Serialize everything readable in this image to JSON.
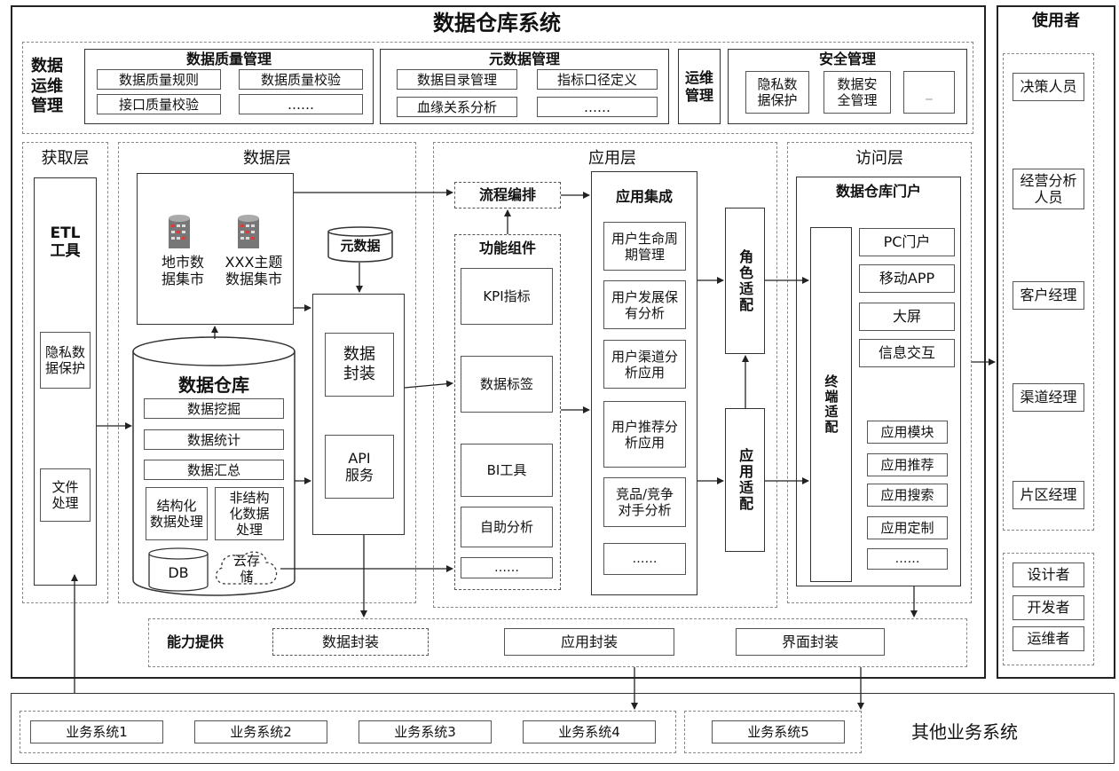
{
  "title": "数据仓库系统",
  "mgmt": {
    "label": "数据\n运维\n管理",
    "quality": {
      "title": "数据质量管理",
      "items": [
        "数据质量规则",
        "数据质量校验",
        "接口质量校验",
        "……"
      ]
    },
    "metadata": {
      "title": "元数据管理",
      "items": [
        "数据目录管理",
        "指标口径定义",
        "血缘关系分析",
        "……"
      ]
    },
    "ops": "运维\n管理",
    "security": {
      "title": "安全管理",
      "items": [
        "隐私数\n据保护",
        "数据安\n全管理",
        "_"
      ]
    }
  },
  "acquire": {
    "title": "获取层",
    "etl": "ETL\n工具",
    "privacy": "隐私数\n据保护",
    "file": "文件\n处理"
  },
  "datalayer": {
    "title": "数据层",
    "mart1": "地市数\n据集市",
    "mart2": "XXX主题\n数据集市",
    "meta": "元数据",
    "warehouse": "数据仓库",
    "wh_items": [
      "数据挖掘",
      "数据统计",
      "数据汇总"
    ],
    "structured": "结构化\n数据处理",
    "unstructured": "非结构\n化数据\n处理",
    "db": "DB",
    "cloud": "云存\n储",
    "pack": "数据\n封装",
    "api": "API\n服务"
  },
  "applayer": {
    "title": "应用层",
    "flow": "流程编排",
    "func_title": "功能组件",
    "funcs": [
      "KPI指标",
      "数据标签",
      "BI工具",
      "自助分析",
      "……"
    ],
    "integ_title": "应用集成",
    "integ": [
      "用户生命周\n期管理",
      "用户发展保\n有分析",
      "用户渠道分\n析应用",
      "用户推荐分\n析应用",
      "竞品/竞争\n对手分析",
      "……"
    ],
    "role_adapt": "角色适配",
    "app_adapt": "应用适配"
  },
  "access": {
    "title": "访问层",
    "portal": "数据仓库门户",
    "terminal": "终端适配",
    "channels": [
      "PC门户",
      "移动APP",
      "大屏",
      "信息交互"
    ],
    "apps": [
      "应用模块",
      "应用推荐",
      "应用搜索",
      "应用定制",
      "……"
    ]
  },
  "capability": {
    "title": "能力提供",
    "items": [
      "数据封装",
      "应用封装",
      "界面封装"
    ]
  },
  "users": {
    "title": "使用者",
    "group1": [
      "决策人员",
      "经营分析\n人员",
      "客户经理",
      "渠道经理",
      "片区经理"
    ],
    "group2": [
      "设计者",
      "开发者",
      "运维者"
    ]
  },
  "business": {
    "systems": [
      "业务系统1",
      "业务系统2",
      "业务系统3",
      "业务系统4",
      "业务系统5"
    ],
    "other": "其他业务系统"
  }
}
